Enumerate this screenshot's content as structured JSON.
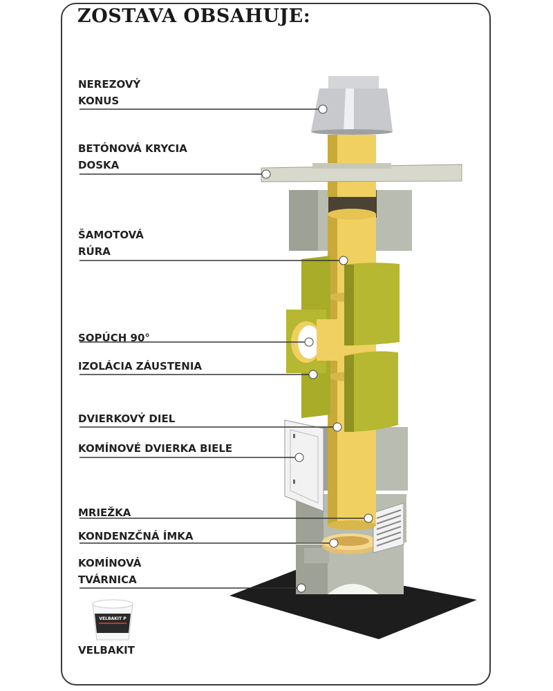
{
  "title": "ZOSTAVA OBSAHUJE:",
  "labels": [
    {
      "id": "nerezovy-konus",
      "lines": [
        "NEREZOVÝ",
        "KONUS"
      ]
    },
    {
      "id": "betonova-krycia-doska",
      "lines": [
        "BETÓNOVÁ KRYCIA",
        "DOSKA"
      ]
    },
    {
      "id": "samotova-rura",
      "lines": [
        "ŠAMOTOVÁ",
        "RÚRA"
      ]
    },
    {
      "id": "sopuch-90",
      "lines": [
        "SOPÚCH 90°"
      ]
    },
    {
      "id": "izolacia-zaustenia",
      "lines": [
        "IZOLÁCIA ZÁUSTENIA"
      ]
    },
    {
      "id": "dvierkovy-diel",
      "lines": [
        "DVIERKOVÝ DIEL"
      ]
    },
    {
      "id": "cominove-dvierka-biele",
      "lines": [
        "KOMÍNOVÉ DVIERKA BIELE"
      ]
    },
    {
      "id": "mriezka",
      "lines": [
        "MRIEŽKA"
      ]
    },
    {
      "id": "kondenzcna-imka",
      "lines": [
        "KONDENZČNÁ ÍMKA"
      ]
    },
    {
      "id": "cominova-tvarnica",
      "lines": [
        "KOMÍNOVÁ",
        "TVÁRNICA"
      ]
    },
    {
      "id": "velbakit",
      "lines": [
        "VELBAKIT"
      ]
    }
  ],
  "product_label": "VELBAKIT P",
  "colors": {
    "pipe": "#f0d060",
    "pipe_shade": "#c9a93a",
    "insulation": "#b5b830",
    "insulation_dark": "#8f9220",
    "block": "#b9bcb0",
    "block_dark": "#8f9286",
    "slab": "#d8d9cc",
    "steel": "#c7c9cc",
    "base": "#1d1d1d",
    "leader": "#333333"
  }
}
